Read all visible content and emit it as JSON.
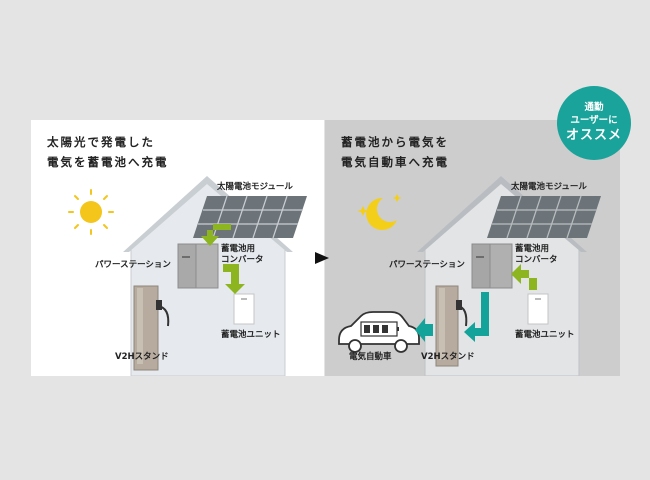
{
  "day_panel": {
    "caption_line1": "太陽光で発電した",
    "caption_line2": "電気を蓄電池へ充電",
    "labels": {
      "solar_module": "太陽電池モジュール",
      "power_station": "パワーステーション",
      "converter_line1": "蓄電池用",
      "converter_line2": "コンバータ",
      "battery_unit": "蓄電池ユニット",
      "v2h_stand": "V2Hスタンド"
    }
  },
  "night_panel": {
    "caption_line1": "蓄電池から電気を",
    "caption_line2": "電気自動車へ充電",
    "labels": {
      "solar_module": "太陽電池モジュール",
      "power_station": "パワーステーション",
      "converter_line1": "蓄電池用",
      "converter_line2": "コンバータ",
      "battery_unit": "蓄電池ユニット",
      "v2h_stand": "V2Hスタンド",
      "ev": "電気自動車"
    }
  },
  "badge": {
    "line1": "通勤",
    "line2": "ユーザーに",
    "line3": "オススメ"
  },
  "colors": {
    "day_arrow": "#8db51f",
    "night_arrow_teal": "#13a39a",
    "night_arrow_green": "#8db51f",
    "badge": "#1aa39a",
    "sun": "#f4c51a",
    "moon": "#f4cf1a"
  }
}
